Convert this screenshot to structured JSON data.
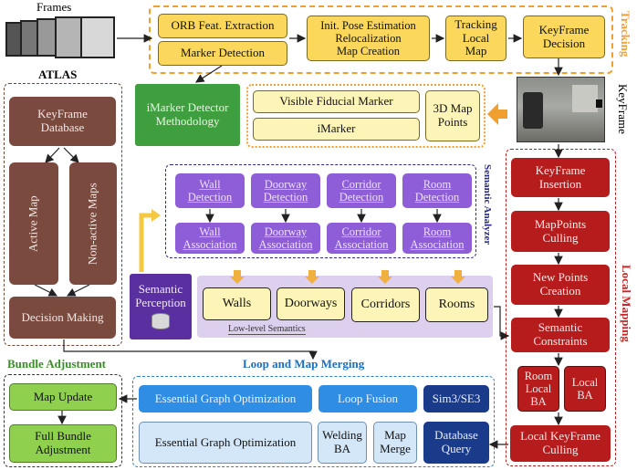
{
  "frames_label": "Frames",
  "keyframe_label": "KeyFrame",
  "tracking": {
    "title": "Tracking",
    "orb": "ORB Feat. Extraction",
    "marker_detection": "Marker Detection",
    "init_pose": "Init. Pose Estimation\nRelocalization\nMap Creation",
    "tracking_local_map": "Tracking\nLocal\nMap",
    "keyframe_decision": "KeyFrame\nDecision"
  },
  "atlas": {
    "title": "ATLAS",
    "keyframe_db": "KeyFrame\nDatabase",
    "active_map": "Active Map",
    "non_active_maps": "Non-active Maps",
    "decision_making": "Decision Making"
  },
  "imarker_detector": "iMarker Detector\nMethodology",
  "fiducial": {
    "visible": "Visible Fiducial Marker",
    "imarker": "iMarker",
    "map_points": "3D Map\nPoints"
  },
  "semantic_analyzer": {
    "title": "Semantic Analyzer",
    "wall_detection": "Wall\nDetection",
    "doorway_detection": "Doorway\nDetection",
    "corridor_detection": "Corridor\nDetection",
    "room_detection": "Room\nDetection",
    "wall_association": "Wall\nAssociation",
    "doorway_association": "Doorway\nAssociation",
    "corridor_association": "Corridor\nAssociation",
    "room_association": "Room\nAssociation"
  },
  "semantic_perception": "Semantic\nPerception",
  "low_level": {
    "title": "Low-level Semantics",
    "walls": "Walls",
    "doorways": "Doorways",
    "corridors": "Corridors",
    "rooms": "Rooms"
  },
  "local_mapping": {
    "title": "Local Mapping",
    "keyframe_insertion": "KeyFrame\nInsertion",
    "mappoints_culling": "MapPoints\nCulling",
    "new_points": "New Points\nCreation",
    "semantic_constraints": "Semantic\nConstraints",
    "room_local_ba": "Room\nLocal\nBA",
    "local_ba": "Local\nBA",
    "local_keyframe_culling": "Local KeyFrame\nCulling"
  },
  "bundle_adjustment": {
    "title": "Bundle Adjustment",
    "map_update": "Map Update",
    "full_ba": "Full Bundle\nAdjustment"
  },
  "loop_merging": {
    "title": "Loop and Map Merging",
    "ego_top": "Essential Graph Optimization",
    "loop_fusion": "Loop Fusion",
    "sim3": "Sim3/SE3",
    "ego_bottom": "Essential Graph Optimization",
    "welding_ba": "Welding\nBA",
    "map_merge": "Map\nMerge",
    "database_query": "Database\nQuery"
  },
  "colors": {
    "tracking_border": "#f0a030",
    "atlas_border": "#6b4a3a",
    "semantic_border": "#2a2a8a",
    "local_mapping_border": "#b71c1c",
    "loop_border": "#2f7fd0",
    "bundle_border": "#333333",
    "tracking_title": "#f0a030",
    "local_mapping_title": "#c62828",
    "bundle_title": "#3c8d2a",
    "loop_title": "#1a6fc0",
    "semantic_title": "#2a2a8a"
  }
}
